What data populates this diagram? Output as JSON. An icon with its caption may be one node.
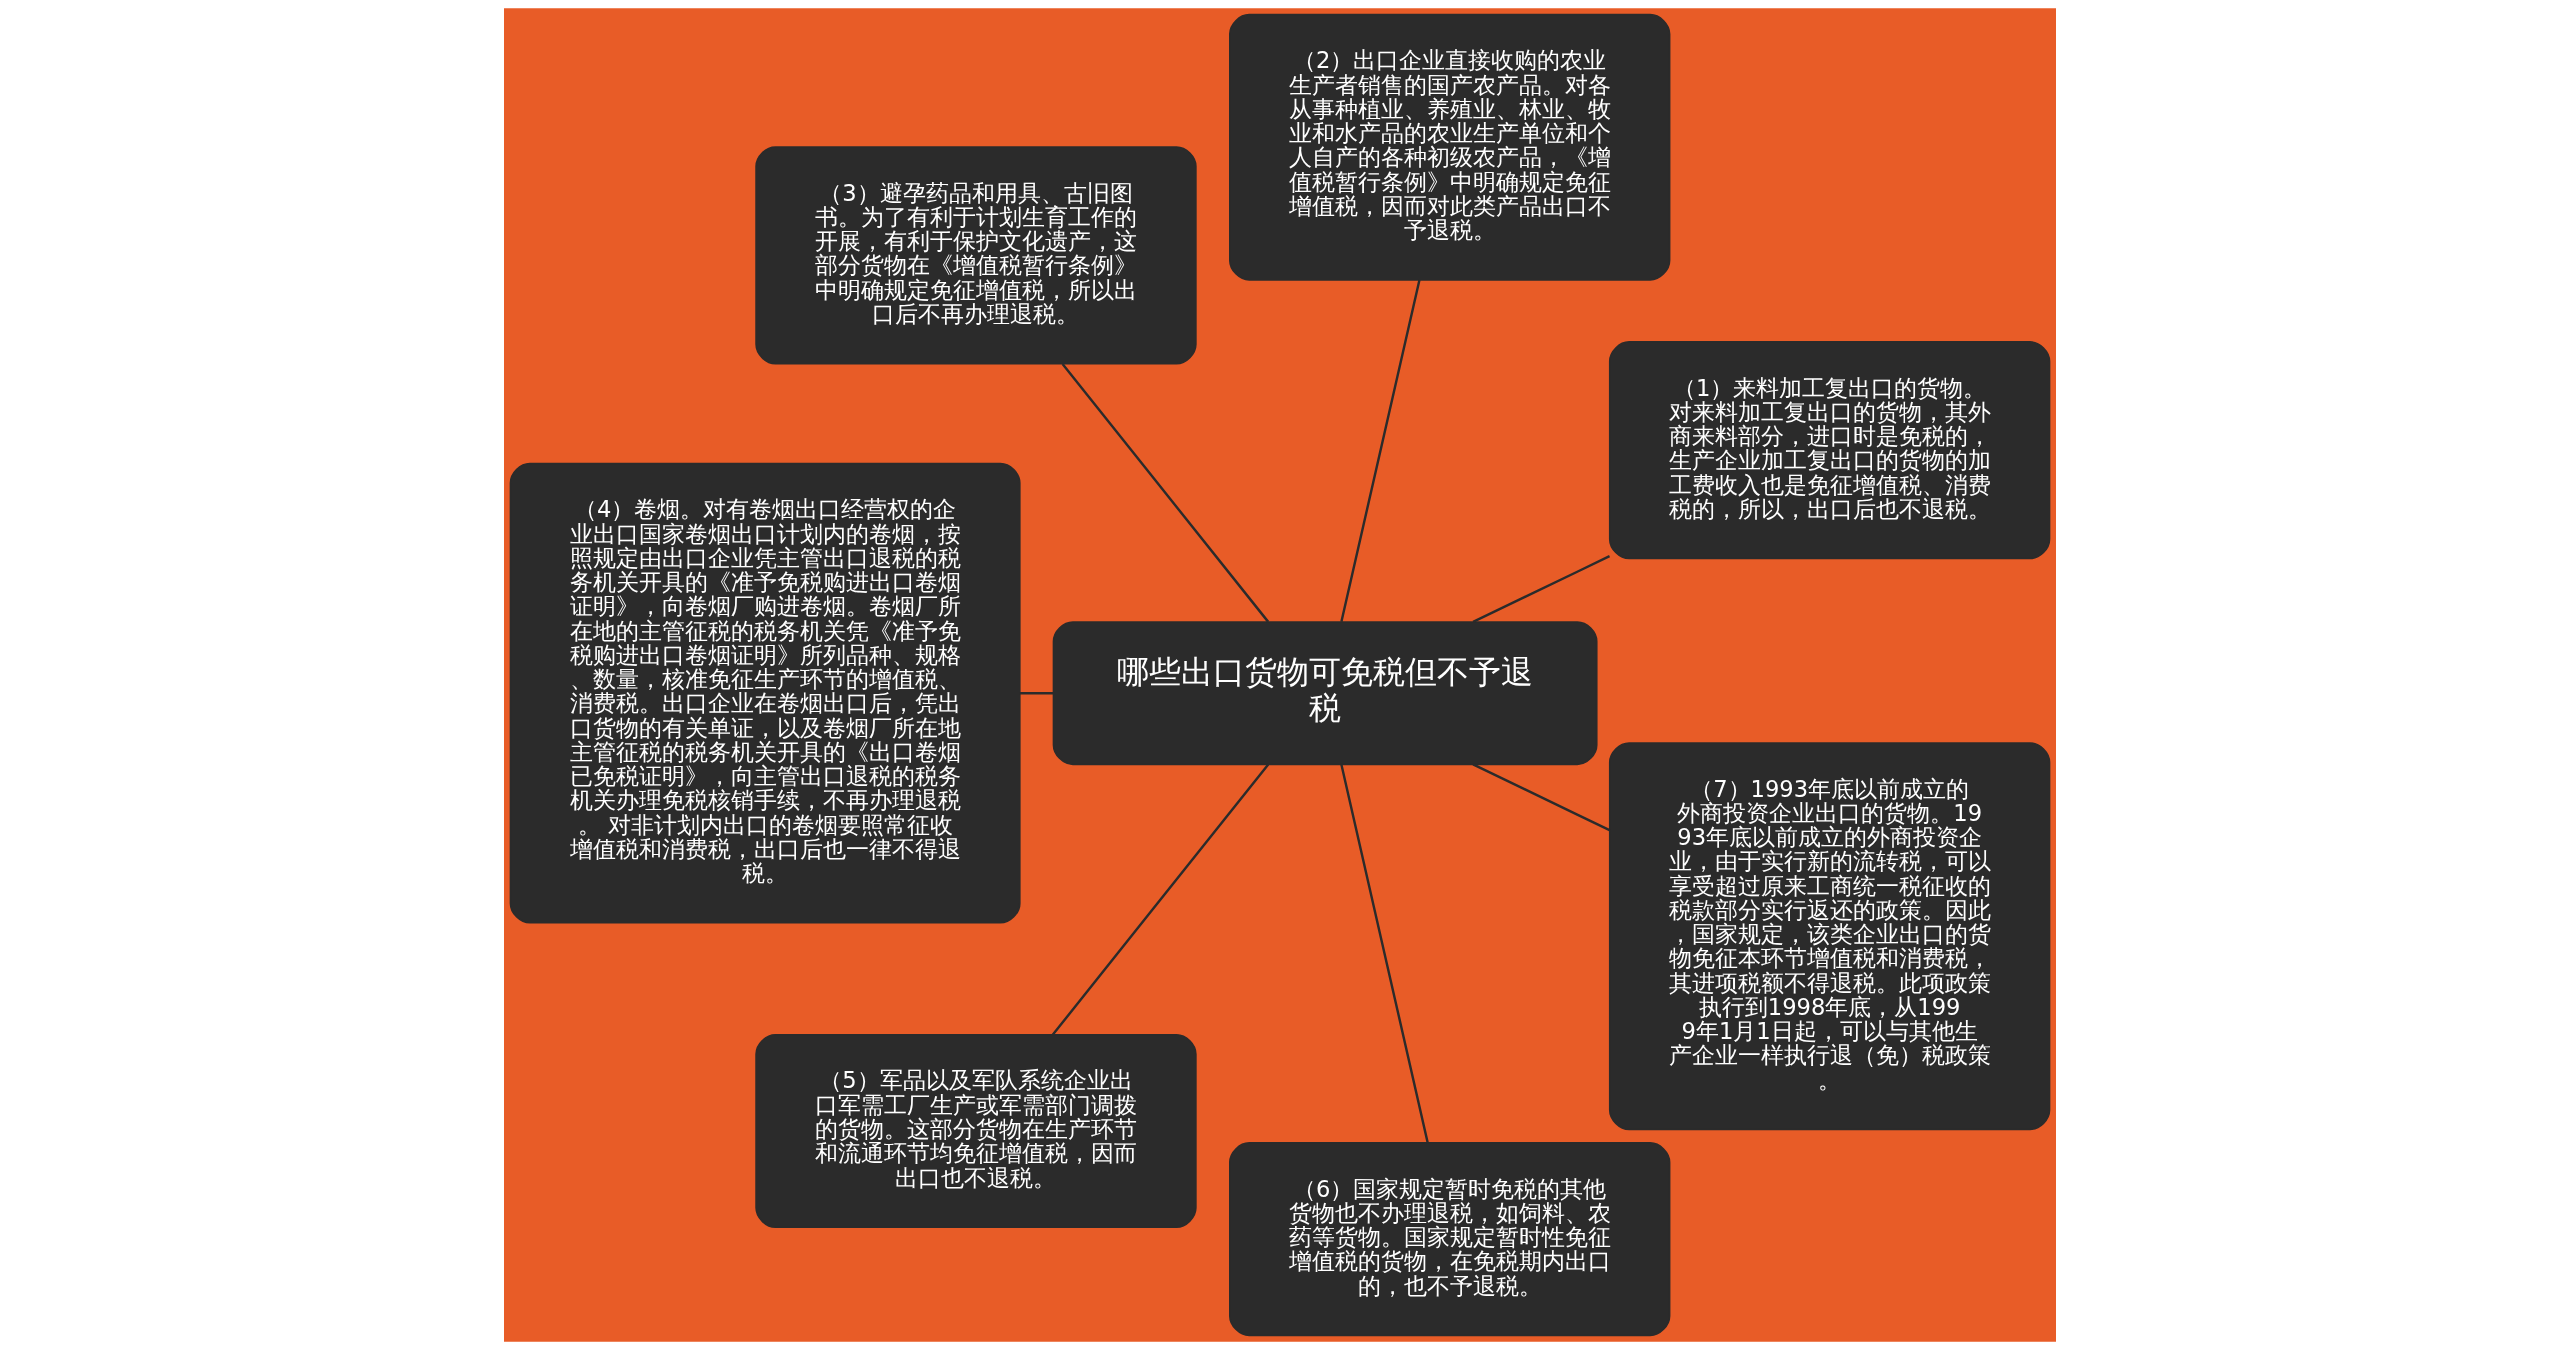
{
  "diagram": {
    "nodes": [
      {
        "text": [
          "哪些出口货物可免税但不予退税"
        ]
      },
      {
        "text": [
          "（1）来料加工复出口的货物。对来料加工复出口的货物，其外商来料部分，进口时是免税的，生产企业加工复出口的货物的加工费收入也是免征增值税、消费税的，所以，出口后也不退税。"
        ]
      },
      {
        "text": [
          "（2）出口企业直接收购的农业生产者销售的国产农产品。对各从事种植业、养殖业、林业、牧业和水产品的农业生产单位和个人自产的各种初级农产品，《增值税暂行条例》中明确规定免征增值税，因而对此类产品出口不予退税。"
        ]
      },
      {
        "text": [
          "（3）避孕药品和用具、古旧图书。为了有利于计划生育工作的开展，有利于保护文化遗产，这部分货物在《增值税暂行条例》中明确规定免征增值税，所以出口后不再办理退税。"
        ]
      },
      {
        "text": [
          "（4）卷烟。对有卷烟出口经营权的企业出口国家卷烟出口计划内的卷烟，按照规定由出口企业凭主管出口退税的税务机关开具的《准予免税购进出口卷烟证明》，向卷烟厂购进卷烟。卷烟厂所在地的主管征税的税务机关凭《准予免税购进出口卷烟证明》所列品种、规格、数量，核准免征生产环节的增值税、消费税。出口企业在卷烟出口后，凭出口货物的有关单证，以及卷烟厂所在地主管征税的税务机关开具的《出口卷烟已免税证明》，向主管出口退税的税务机关办理免税核销手续，不再办理退税。 对非计划内出口的卷烟要照常征收增值税和消费税，出口后也一律不得退税。"
        ]
      },
      {
        "text": [
          "（5）军品以及军队系统企业出口军需工厂生产或军需部门调拨的货物。这部分货物在生产环节和流通环节均免征增值税，因而出口也不退税。"
        ]
      },
      {
        "text": [
          "（6）国家规定暂时免税的其他货物也不办理退税，如饲料、农药等货物。国家规定暂时性免征增值税的货物，在免税期内出口的，也不予退税。"
        ]
      },
      {
        "text": [
          "（7）1993年底以前成立的外商投资企业出口的货物。1993年底以前成立的外商投资企业，由于实行新的流转税，可以享受超过原来工商统一税征收的税款部分实行返还的政策。因此，国家规定，该类企业出口的货物免征本环节增值税和消费税，其进项税额不得退税。此项政策执行到1998年底，从1999年1月1日起，可以与其他生产企业一样执行退（免）税政策。"
        ]
      }
    ],
    "edges": [
      {
        "from": 0,
        "to": 1,
        "arrow": "none"
      },
      {
        "from": 0,
        "to": 2,
        "arrow": "none"
      },
      {
        "from": 0,
        "to": 3,
        "arrow": "none"
      },
      {
        "from": 0,
        "to": 4,
        "arrow": "none"
      },
      {
        "from": 0,
        "to": 5,
        "arrow": "none"
      },
      {
        "from": 0,
        "to": 6,
        "arrow": "none"
      },
      {
        "from": 0,
        "to": 7,
        "arrow": "none"
      }
    ]
  }
}
